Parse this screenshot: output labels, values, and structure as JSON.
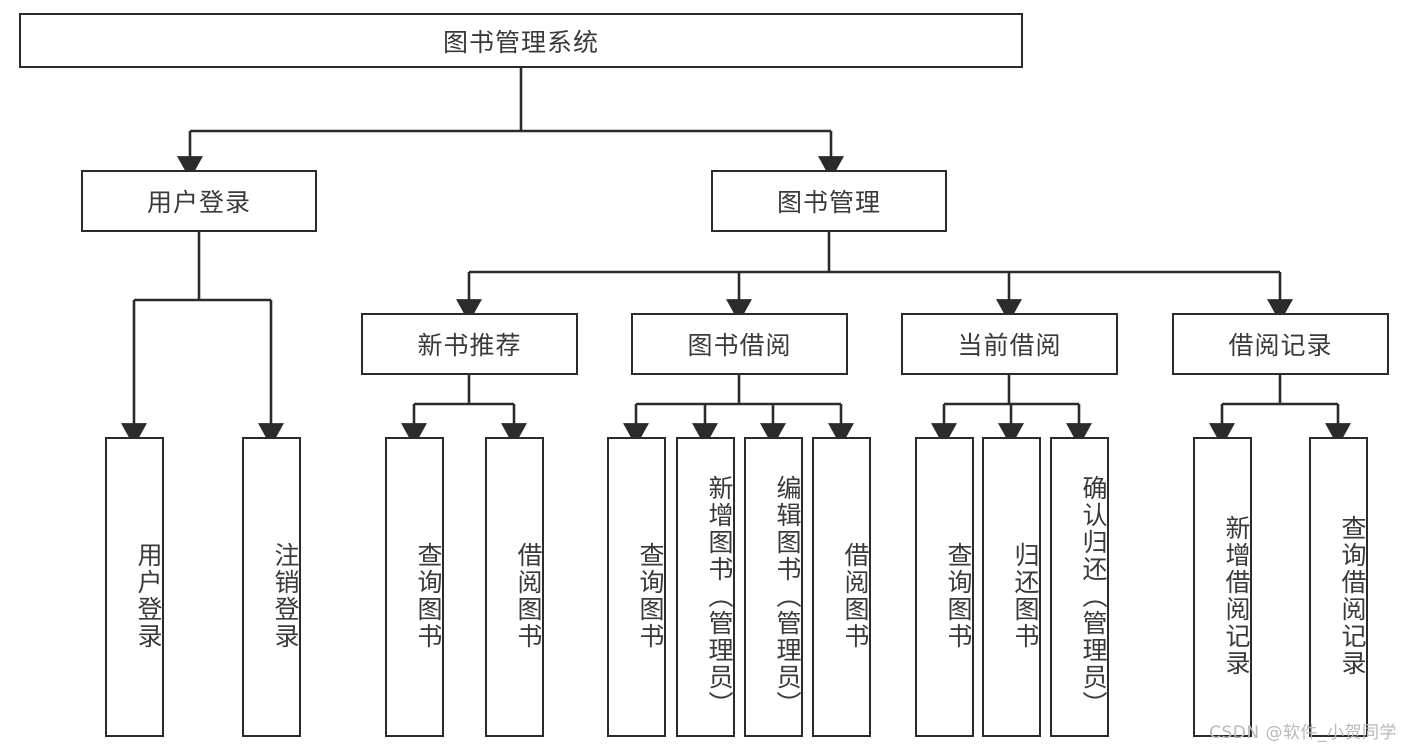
{
  "diagram": {
    "title": "图书管理系统",
    "type": "tree-hierarchy",
    "root": {
      "label": "图书管理系统"
    },
    "level1": [
      {
        "label": "用户登录"
      },
      {
        "label": "图书管理"
      }
    ],
    "level2": [
      {
        "label": "新书推荐"
      },
      {
        "label": "图书借阅"
      },
      {
        "label": "当前借阅"
      },
      {
        "label": "借阅记录"
      }
    ],
    "leaves": {
      "user_login": [
        {
          "label": "用户登录"
        },
        {
          "label": "注销登录"
        }
      ],
      "new_book_recommend": [
        {
          "label": "查询图书"
        },
        {
          "label": "借阅图书"
        }
      ],
      "book_borrow": [
        {
          "label": "查询图书"
        },
        {
          "label": "新增图书（管理员）"
        },
        {
          "label": "编辑图书（管理员）"
        },
        {
          "label": "借阅图书"
        }
      ],
      "current_borrow": [
        {
          "label": "查询图书"
        },
        {
          "label": "归还图书"
        },
        {
          "label": "确认归还（管理员）"
        }
      ],
      "borrow_record": [
        {
          "label": "新增借阅记录"
        },
        {
          "label": "查询借阅记录"
        }
      ]
    }
  },
  "watermark": {
    "text": "CSDN @软件_小贺同学"
  },
  "colors": {
    "stroke": "#2b2b2b",
    "text": "#3a3a3a",
    "background": "#ffffff",
    "watermark": "#b9b9b9"
  }
}
